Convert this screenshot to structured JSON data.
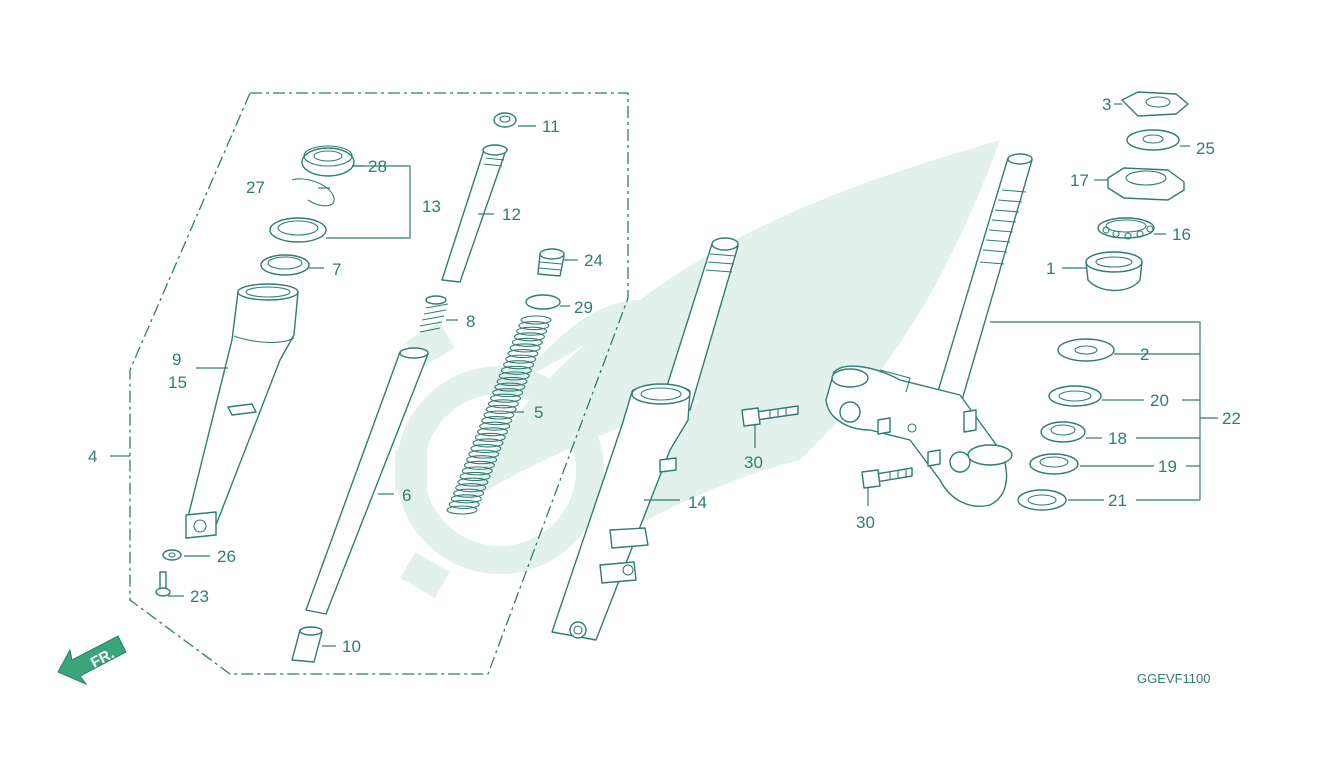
{
  "diagram": {
    "drawing_code": "GGEVF1100",
    "direction_label": "FR.",
    "colors": {
      "line": "#2f7d74",
      "watermark": "#e3f1ec",
      "arrow": "#3aa57a"
    },
    "callouts": {
      "p1": "1",
      "p2": "2",
      "p3": "3",
      "p4": "4",
      "p5": "5",
      "p6": "6",
      "p7": "7",
      "p8": "8",
      "p9": "9",
      "p10": "10",
      "p11": "11",
      "p12": "12",
      "p13": "13",
      "p14": "14",
      "p15": "15",
      "p16": "16",
      "p17": "17",
      "p18": "18",
      "p19": "19",
      "p20": "20",
      "p21": "21",
      "p22": "22",
      "p23": "23",
      "p24": "24",
      "p25": "25",
      "p26": "26",
      "p27": "27",
      "p28": "28",
      "p29": "29",
      "p30a": "30",
      "p30b": "30"
    }
  }
}
